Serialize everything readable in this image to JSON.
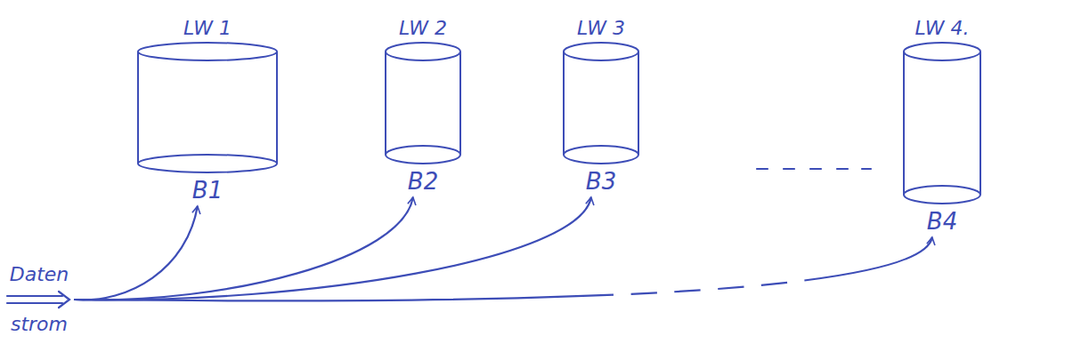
{
  "diagram": {
    "nodes": [
      {
        "text": [
          "Daten",
          "strom"
        ]
      },
      {
        "text": [
          "LW 1",
          "B1"
        ]
      },
      {
        "text": [
          "LW 2",
          "B2"
        ]
      },
      {
        "text": [
          "LW 3",
          "B3"
        ]
      },
      {
        "text": [
          "LW 4.",
          "B4"
        ]
      }
    ],
    "edges": [
      {
        "from": 0,
        "to": 1,
        "arrow": "to"
      },
      {
        "from": 0,
        "to": 2,
        "arrow": "to"
      },
      {
        "from": 0,
        "to": 3,
        "arrow": "to"
      },
      {
        "from": 0,
        "to": 4,
        "arrow": "to"
      }
    ]
  }
}
